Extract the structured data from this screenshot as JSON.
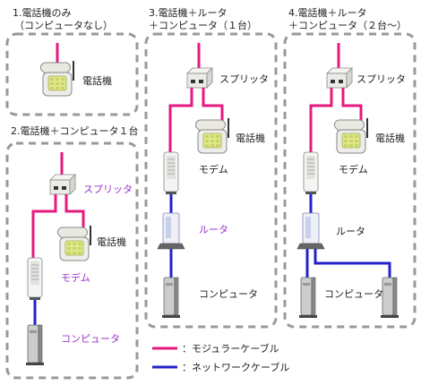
{
  "panels": [
    {
      "title_lines": [
        "1.電話機のみ",
        "（コンピュータなし）"
      ],
      "labels": {
        "phone": "電話機"
      }
    },
    {
      "title_lines": [
        "2.電話機＋コンピュータ１台"
      ],
      "labels": {
        "splitter": "スプリッタ",
        "phone": "電話機",
        "modem": "モデム",
        "computer": "コンピュータ"
      }
    },
    {
      "title_lines": [
        "3.電話機＋ルータ",
        "＋コンピュータ（１台）"
      ],
      "labels": {
        "splitter": "スプリッタ",
        "phone": "電話機",
        "modem": "モデム",
        "router": "ルータ",
        "computer": "コンピュータ"
      }
    },
    {
      "title_lines": [
        "4.電話機＋ルータ",
        "＋コンピュータ（２台～）"
      ],
      "labels": {
        "splitter": "スプリッタ",
        "phone": "電話機",
        "modem": "モデム",
        "router": "ルータ",
        "computer": "コンピュータ"
      }
    }
  ],
  "legend": {
    "modular": {
      "label": "：モジュラーケーブル",
      "color": "#e6197f"
    },
    "network": {
      "label": "：ネットワークケーブル",
      "color": "#2222cc"
    }
  },
  "colors": {
    "modular_cable": "#e6197f",
    "network_cable": "#2222cc",
    "highlight_label": "#9a34c9",
    "panel_border": "#999999"
  }
}
